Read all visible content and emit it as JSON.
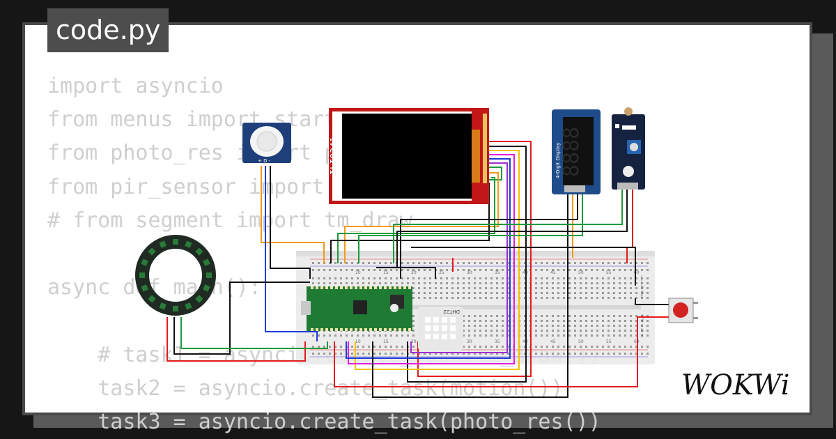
{
  "file_tab": {
    "label": "code.py"
  },
  "code_lines": [
    "import asyncio",
    "from menus import start_menu",
    "from photo_res import photo_res",
    "from pir_sensor import motion",
    "# from segment import tm_draw",
    "",
    "async def main():",
    "",
    "    # task1 = asyncio.create_task(tm_draw())",
    "    task2 = asyncio.create_task(motion())",
    "    task3 = asyncio.create_task(photo_res())"
  ],
  "components": {
    "display_label": "ILI9341",
    "seven_segment_label": "4-Digit Display",
    "pir_pins": "+ D -",
    "dht_label": "DHT22",
    "breadboard_numbers": [
      "10",
      "15",
      "20",
      "25",
      "30",
      "35",
      "40",
      "45",
      "50",
      "55",
      "60"
    ],
    "breadboard_rows_top": [
      "j",
      "i",
      "h",
      "g",
      "f"
    ],
    "breadboard_rows_bottom": [
      "e",
      "d",
      "c",
      "b",
      "a"
    ]
  },
  "brand": {
    "logo_text": "WOKWi"
  },
  "colors": {
    "wire_red": "#e31b1b",
    "wire_black": "#111111",
    "wire_green": "#1c9b3c",
    "wire_yellow": "#f2c200",
    "wire_orange": "#f29a1a",
    "wire_blue": "#1f3cd8",
    "wire_purple": "#9b2fd0",
    "wire_magenta": "#e01ee0",
    "pico_green": "#1f7a34",
    "display_red": "#c21717",
    "module_blue": "#1e3f7a"
  }
}
